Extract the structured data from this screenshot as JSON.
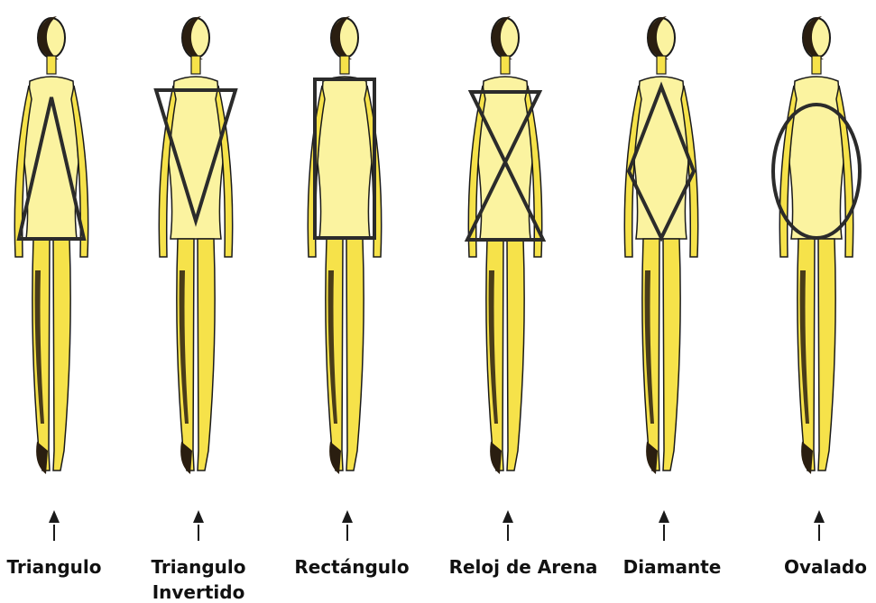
{
  "colors": {
    "ink": "#1a1a1a",
    "skin": "#f6e24a",
    "skin_light": "#fbf3a0",
    "shadow": "#2a1e10",
    "shape_line": "#2b2b2b"
  },
  "figures": [
    {
      "name": "Triangulo",
      "shape": "triangle",
      "label": "Triangulo",
      "label2": ""
    },
    {
      "name": "Triangulo Invertido",
      "shape": "inverted-triangle",
      "label": "Triangulo",
      "label2": "Invertido"
    },
    {
      "name": "Rectangulo",
      "shape": "rectangle",
      "label": "Rectángulo",
      "label2": ""
    },
    {
      "name": "Reloj de Arena",
      "shape": "hourglass",
      "label": "Reloj de Arena",
      "label2": ""
    },
    {
      "name": "Diamante",
      "shape": "diamond",
      "label": "Diamante",
      "label2": ""
    },
    {
      "name": "Ovalado",
      "shape": "oval",
      "label": "Ovalado",
      "label2": ""
    }
  ]
}
